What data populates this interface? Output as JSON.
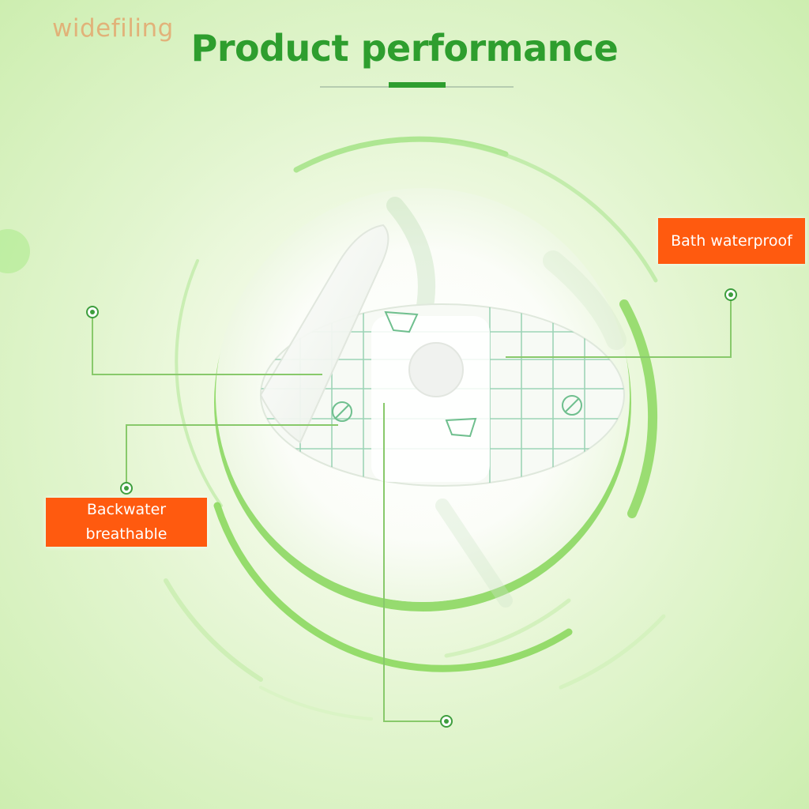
{
  "watermark": "widefiling",
  "title": "Product performance",
  "callouts": {
    "bath_waterproof": "Bath waterproof",
    "backwater_line1": "Backwater",
    "backwater_line2": "breathable"
  },
  "colors": {
    "title_green": "#2e9e2e",
    "ring_green": "#7ed957",
    "callout_orange": "#ff5a0f",
    "watermark": "#e4a86e"
  }
}
